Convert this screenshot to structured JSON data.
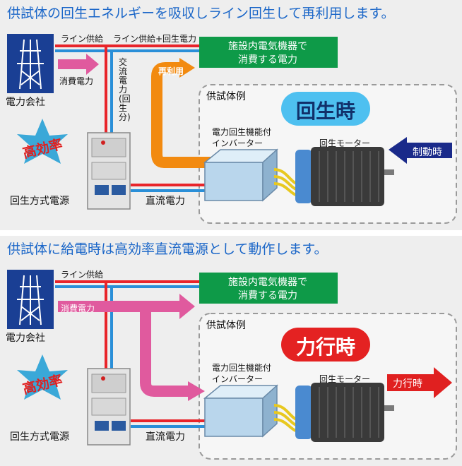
{
  "panels": [
    {
      "title": "供試体の回生エネルギーを吸収しライン回生して再利用します。",
      "line_supply": "ライン供給",
      "line_plus_regen": "ライン供給+回生電力",
      "consumption": "消費電力",
      "power_company": "電力会社",
      "ac_power": "交流電力(回生分)",
      "reuse": "再利用",
      "facility_line1": "施設内電気機器で",
      "facility_line2": "消費する電力",
      "dut_example": "供試体例",
      "mode_label": "回生時",
      "high_efficiency": "高効率",
      "inverter_line1": "電力回生機能付",
      "inverter_line2": "インバーター",
      "motor": "回生モーター",
      "motor_action": "制動時",
      "power_source": "回生方式電源",
      "dc_power": "直流電力"
    },
    {
      "title": "供試体に給電時は高効率直流電源として動作します。",
      "line_supply": "ライン供給",
      "consumption": "消費電力",
      "power_company": "電力会社",
      "facility_line1": "施設内電気機器で",
      "facility_line2": "消費する電力",
      "dut_example": "供試体例",
      "mode_label": "力行時",
      "high_efficiency": "高効率",
      "inverter_line1": "電力回生機能付",
      "inverter_line2": "インバーター",
      "motor": "回生モーター",
      "motor_action": "力行時",
      "power_source": "回生方式電源",
      "dc_power": "直流電力"
    }
  ],
  "colors": {
    "title": "#1a66c8",
    "red_line": "#e8242a",
    "blue_line": "#2a8fd8",
    "green_box": "#0e9a48",
    "orange": "#f28a10",
    "pink": "#e05a9e",
    "navy_arrow": "#1a2a8a",
    "red_arrow": "#e02020",
    "star": "#3aa8d8"
  }
}
